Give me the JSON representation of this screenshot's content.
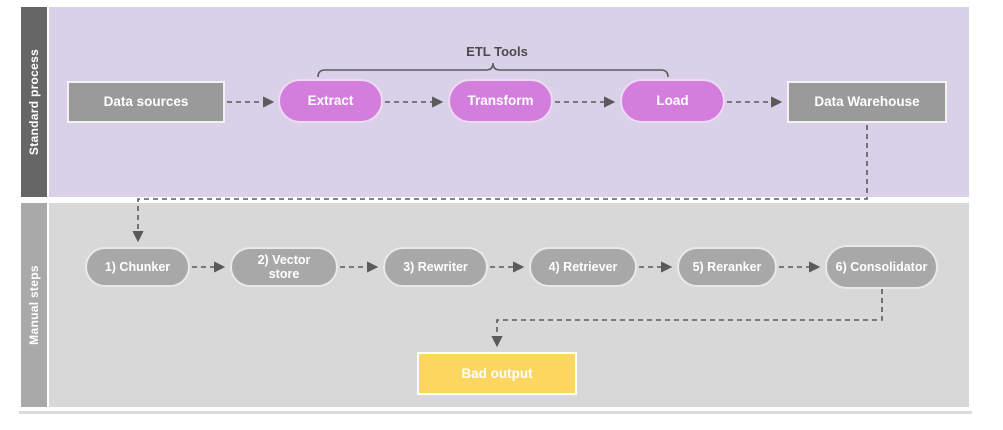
{
  "lanes": [
    {
      "label": "Standard process",
      "bar_color": "#666666",
      "bg_color": "#d8d1e8"
    },
    {
      "label": "Manual steps",
      "bar_color": "#a9a9a9",
      "bg_color": "#d8d8d8"
    }
  ],
  "annotation": {
    "etl_tools": "ETL Tools"
  },
  "standard_nodes": [
    {
      "id": "data-sources",
      "label": "Data sources",
      "shape": "rect",
      "color": "#9a9a9a"
    },
    {
      "id": "extract",
      "label": "Extract",
      "shape": "pill",
      "color": "#d37edd"
    },
    {
      "id": "transform",
      "label": "Transform",
      "shape": "pill",
      "color": "#d37edd"
    },
    {
      "id": "load",
      "label": "Load",
      "shape": "pill",
      "color": "#d37edd"
    },
    {
      "id": "data-warehouse",
      "label": "Data Warehouse",
      "shape": "rect",
      "color": "#9a9a9a"
    }
  ],
  "manual_nodes": [
    {
      "id": "chunker",
      "label": "1) Chunker"
    },
    {
      "id": "vector-store",
      "label": "2) Vector store"
    },
    {
      "id": "rewriter",
      "label": "3) Rewriter"
    },
    {
      "id": "retriever",
      "label": "4) Retriever"
    },
    {
      "id": "reranker",
      "label": "5) Reranker"
    },
    {
      "id": "consolidator",
      "label": "6) Consolidator"
    }
  ],
  "output_node": {
    "id": "bad-output",
    "label": "Bad output",
    "color": "#fcd65e"
  },
  "connector_style": {
    "color": "#5a5a5a",
    "dashed": true
  }
}
